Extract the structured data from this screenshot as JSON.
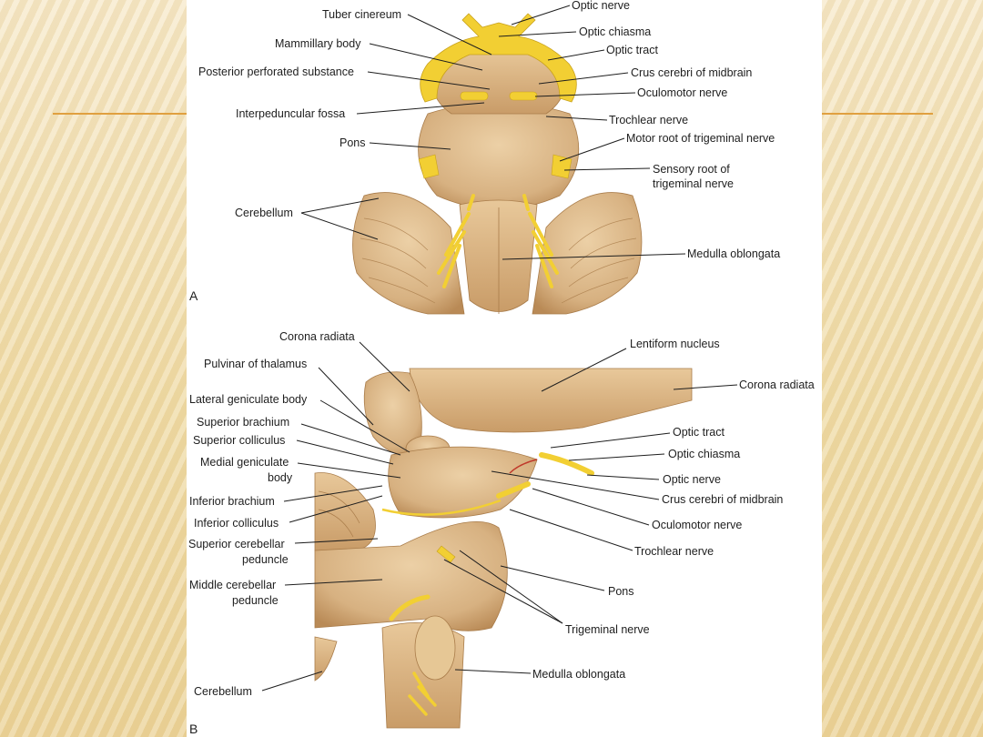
{
  "panel_a": {
    "letter": "A",
    "labels": {
      "optic_nerve": "Optic nerve",
      "tuber_cinereum": "Tuber cinereum",
      "optic_chiasma": "Optic chiasma",
      "mammillary_body": "Mammillary body",
      "optic_tract": "Optic tract",
      "posterior_perforated": "Posterior perforated substance",
      "crus_cerebri": "Crus cerebri of midbrain",
      "oculomotor": "Oculomotor nerve",
      "interpeduncular": "Interpeduncular fossa",
      "trochlear": "Trochlear nerve",
      "pons": "Pons",
      "motor_root": "Motor root of trigeminal nerve",
      "sensory_root_1": "Sensory root of",
      "sensory_root_2": "trigeminal nerve",
      "cerebellum": "Cerebellum",
      "medulla": "Medulla oblongata"
    }
  },
  "panel_b": {
    "letter": "B",
    "labels": {
      "corona_radiata_top": "Corona radiata",
      "lentiform": "Lentiform nucleus",
      "pulvinar": "Pulvinar of thalamus",
      "corona_radiata_right": "Corona radiata",
      "lateral_geniculate": "Lateral geniculate body",
      "superior_brachium": "Superior brachium",
      "optic_tract": "Optic tract",
      "superior_colliculus": "Superior colliculus",
      "optic_chiasma": "Optic chiasma",
      "medial_geniculate_1": "Medial geniculate",
      "medial_geniculate_2": "body",
      "optic_nerve": "Optic nerve",
      "inferior_brachium": "Inferior brachium",
      "crus_cerebri": "Crus cerebri of midbrain",
      "inferior_colliculus": "Inferior colliculus",
      "oculomotor": "Oculomotor nerve",
      "superior_cerebellar_1": "Superior cerebellar",
      "superior_cerebellar_2": "peduncle",
      "trochlear": "Trochlear nerve",
      "middle_cerebellar_1": "Middle cerebellar",
      "middle_cerebellar_2": "peduncle",
      "pons": "Pons",
      "trigeminal": "Trigeminal nerve",
      "medulla": "Medulla oblongata",
      "cerebellum": "Cerebellum"
    }
  },
  "colors": {
    "tissue": "#d7b181",
    "tissue_dark": "#b98a56",
    "nerve": "#f2cf33",
    "accent": "#e0a040"
  }
}
